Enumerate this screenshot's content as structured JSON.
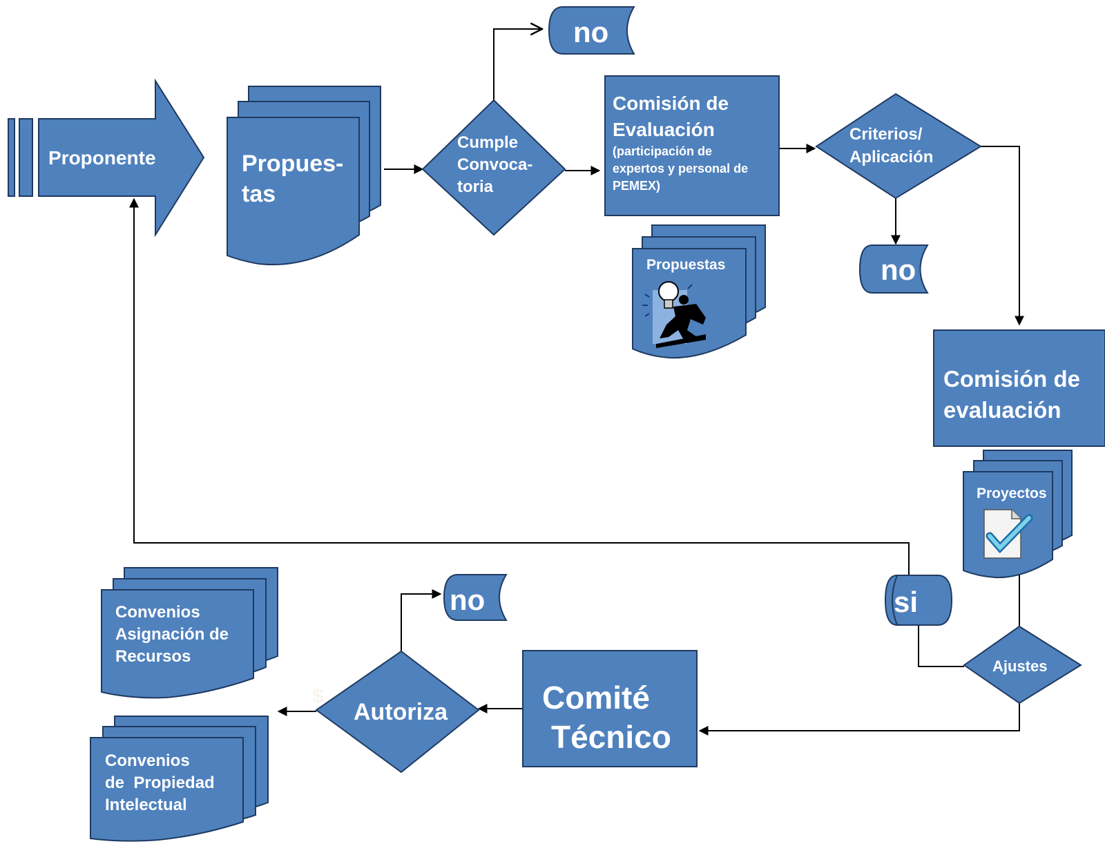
{
  "colors": {
    "shape_fill": "#4f81bd",
    "shape_stroke": "#1f3a60",
    "text": "#ffffff",
    "connector": "#000000",
    "background": "#ffffff"
  },
  "nodes": {
    "proponente": "Proponente",
    "propuestas_doc": [
      "Propues-",
      "tas"
    ],
    "cumple": [
      "Cumple",
      "Convoca-",
      "toria"
    ],
    "no_top": "no",
    "comision1_title": [
      "Comisión de",
      "Evaluación"
    ],
    "comision1_sub": [
      "(participación de",
      "expertos y personal de",
      "PEMEX)"
    ],
    "propuestas_small": "Propuestas",
    "criterios": [
      "Criterios/",
      "Aplicación"
    ],
    "no_right": "no",
    "comision2": [
      "Comisión de",
      "evaluación"
    ],
    "proyectos": "Proyectos",
    "ajustes": "Ajustes",
    "si": "si",
    "comite": [
      "Comité",
      "Técnico"
    ],
    "autoriza": "Autoriza",
    "no_bottom": "no",
    "convenios_asignacion": [
      "Convenios",
      "Asignación de",
      "Recursos"
    ],
    "convenios_propiedad": [
      "Convenios",
      "de  Propiedad",
      "Intelectual"
    ]
  },
  "icons": [
    "lightbulb-person-icon",
    "document-check-icon"
  ]
}
